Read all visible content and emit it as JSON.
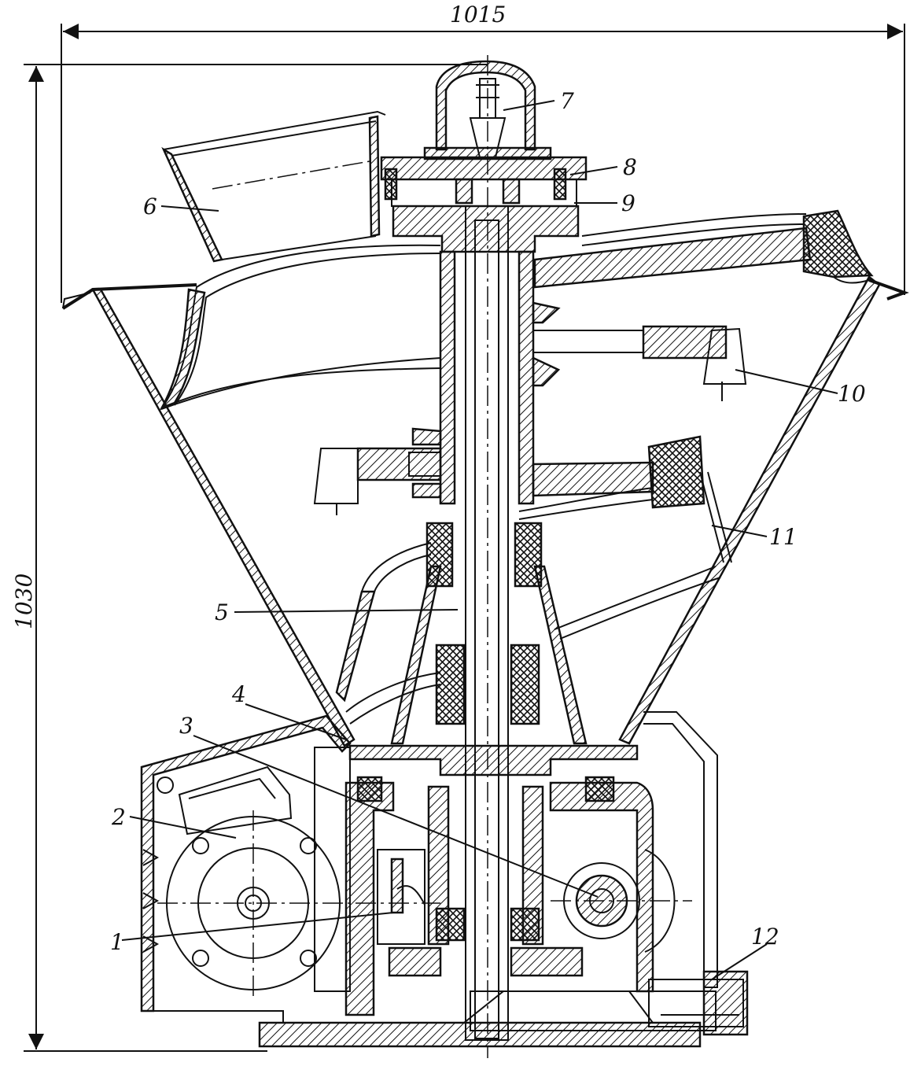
{
  "dimensions": {
    "width_label": "1015",
    "height_label": "1030"
  },
  "labels": {
    "l1": "1",
    "l2": "2",
    "l3": "3",
    "l4": "4",
    "l5": "5",
    "l6": "6",
    "l7": "7",
    "l8": "8",
    "l9": "9",
    "l10": "10",
    "l11": "11",
    "l12": "12"
  }
}
